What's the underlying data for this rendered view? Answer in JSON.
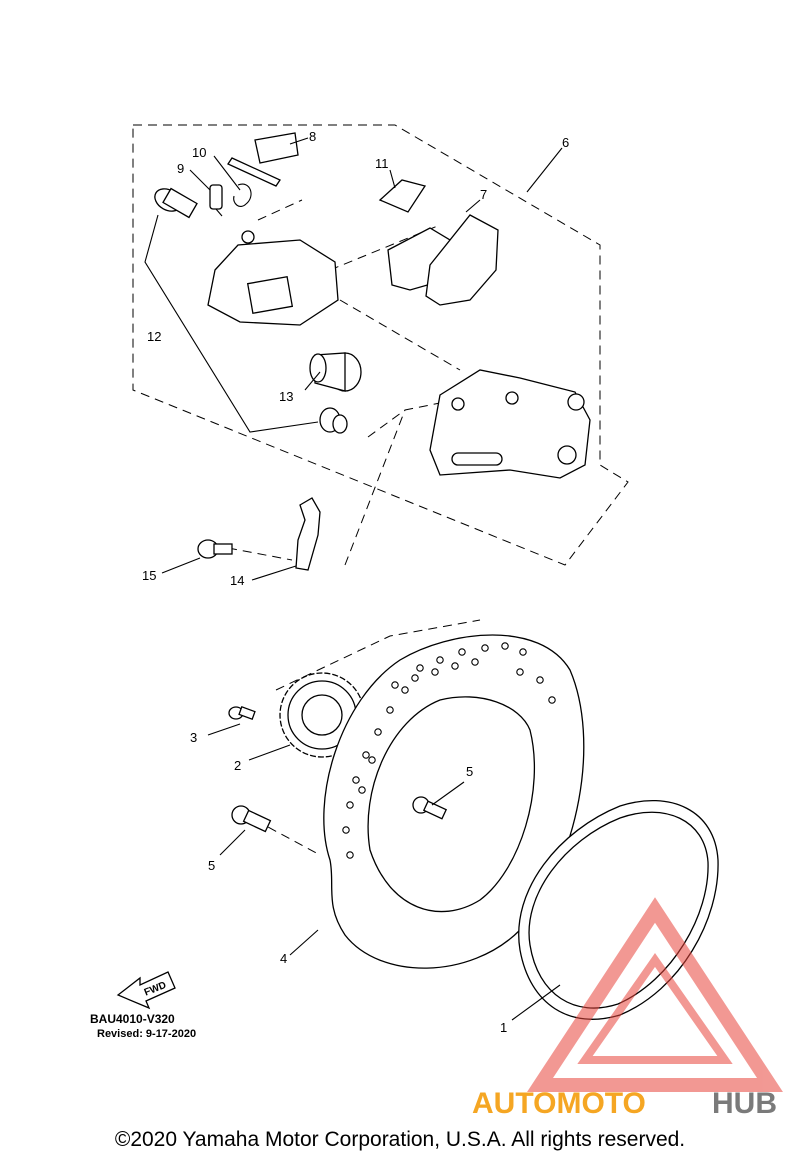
{
  "callouts": [
    {
      "num": "1"
    },
    {
      "num": "2"
    },
    {
      "num": "3"
    },
    {
      "num": "4"
    },
    {
      "num": "5"
    },
    {
      "num": "5"
    },
    {
      "num": "6"
    },
    {
      "num": "7"
    },
    {
      "num": "8"
    },
    {
      "num": "9"
    },
    {
      "num": "10"
    },
    {
      "num": "11"
    },
    {
      "num": "12"
    },
    {
      "num": "13"
    },
    {
      "num": "14"
    },
    {
      "num": "15"
    }
  ],
  "fwd_label": "FWD",
  "diagram_code": "BAU4010-V320",
  "revised": "Revised: 9-17-2020",
  "watermark": {
    "part1": "AUTOMOTO",
    "part2": "HUB",
    "color1": "#f5a623",
    "color2": "#7a7a7a",
    "logo_color": "#e8453c"
  },
  "copyright": "©2020 Yamaha Motor Corporation, U.S.A. All rights reserved."
}
